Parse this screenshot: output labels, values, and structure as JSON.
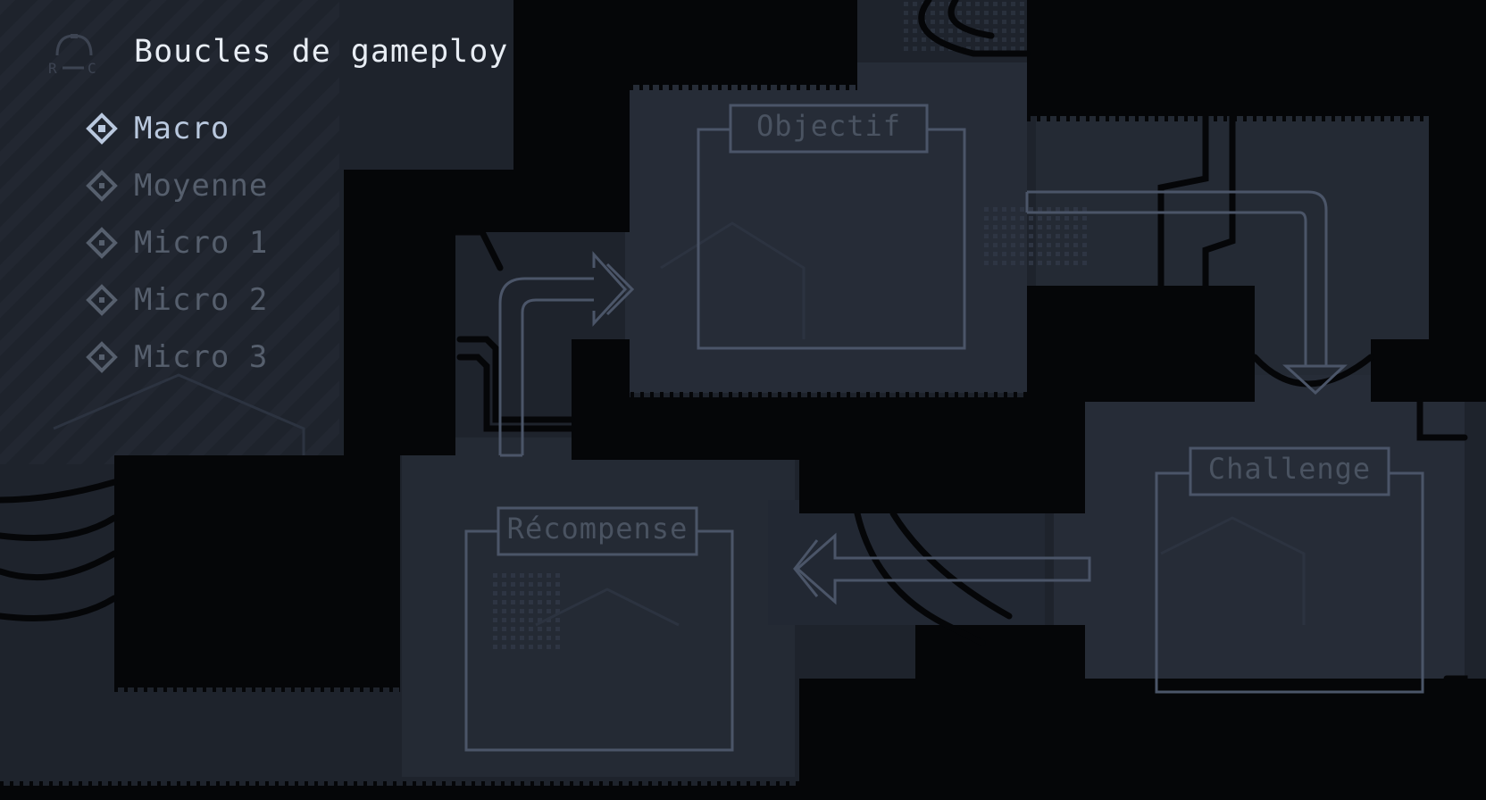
{
  "menu": {
    "title": "Boucles de gameploy",
    "logo_icon": "arc-loop-icon",
    "items": [
      {
        "label": "Macro",
        "active": true,
        "icon": "diamond-bullet-icon"
      },
      {
        "label": "Moyenne",
        "active": false,
        "icon": "diamond-bullet-icon"
      },
      {
        "label": "Micro 1",
        "active": false,
        "icon": "diamond-bullet-icon"
      },
      {
        "label": "Micro 2",
        "active": false,
        "icon": "diamond-bullet-icon"
      },
      {
        "label": "Micro 3",
        "active": false,
        "icon": "diamond-bullet-icon"
      }
    ]
  },
  "diagram": {
    "nodes": {
      "objectif": "Objectif",
      "challenge": "Challenge",
      "recompense": "Récompense"
    },
    "arrows": [
      "objectif-to-challenge",
      "challenge-to-recompense",
      "recompense-to-objectif"
    ]
  },
  "colors": {
    "background": "#1e232c",
    "panel": "#262c37",
    "shadow": "#050608",
    "outline": "#4b5568",
    "text_active": "#b9c8de",
    "text_inactive": "#565f6d",
    "title": "#e8edf4"
  }
}
